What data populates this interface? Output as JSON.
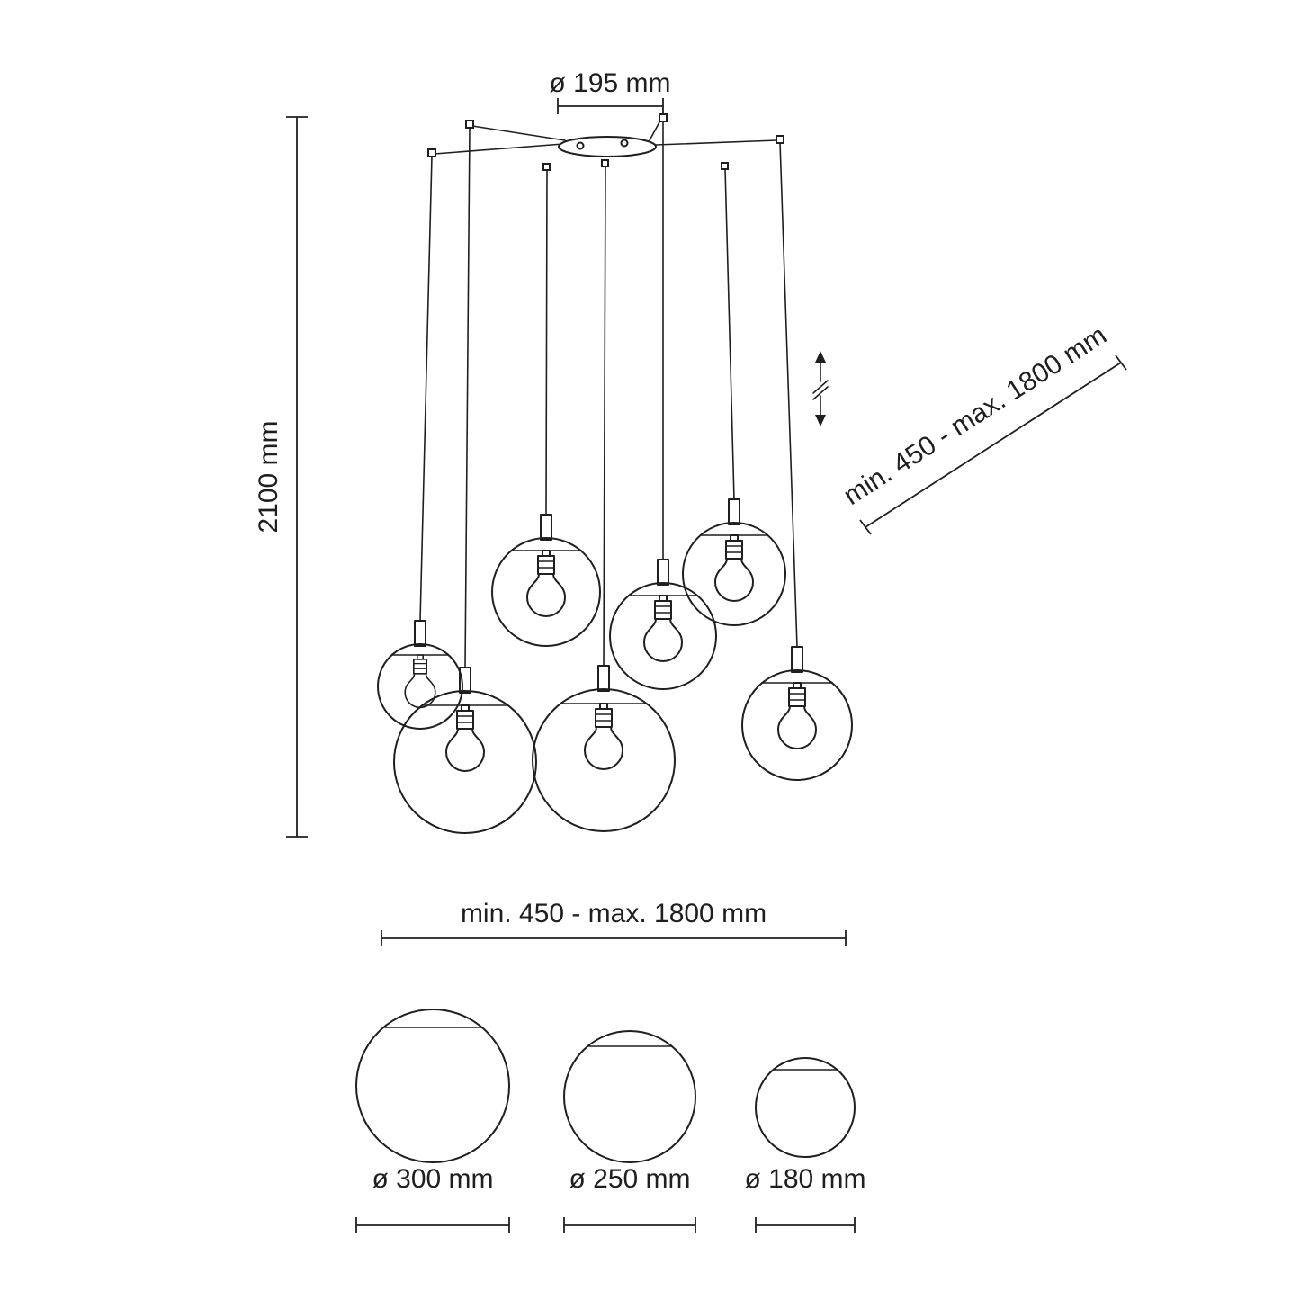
{
  "dimensions": {
    "canopy_diameter": "ø 195 mm",
    "total_height": "2100 mm",
    "cord_adjustment": "min. 450 - max. 1800 mm",
    "fixture_width": "min. 450 - max. 1800 mm",
    "globe_large": "ø 300 mm",
    "globe_medium": "ø 250 mm",
    "globe_small": "ø 180 mm"
  }
}
